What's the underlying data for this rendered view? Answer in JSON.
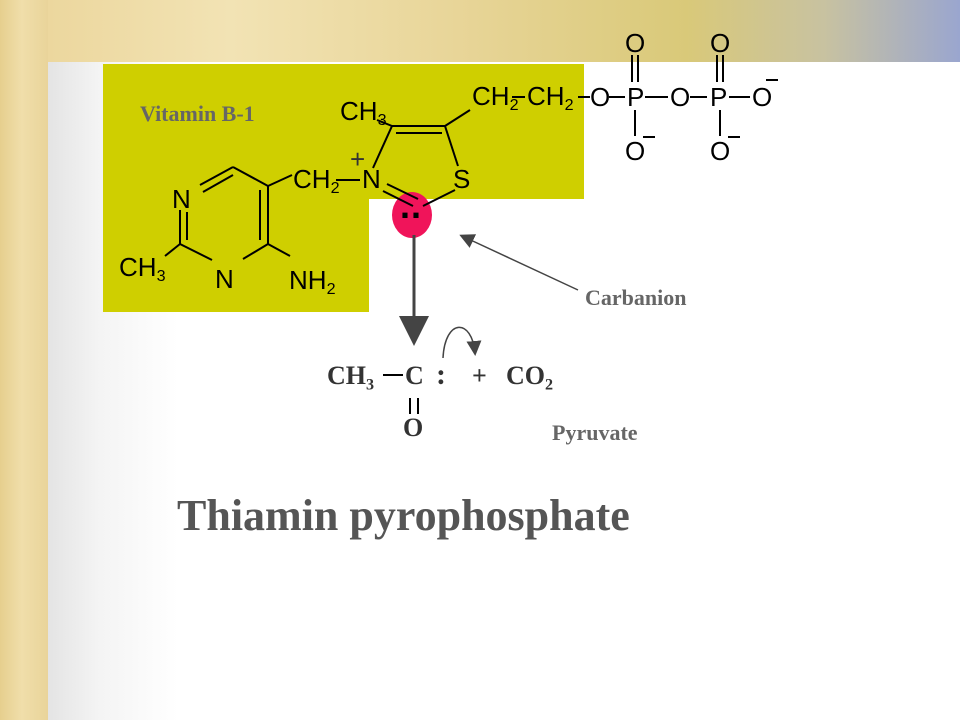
{
  "labels": {
    "vitamin": "Vitamin B-1",
    "carbanion": "Carbanion",
    "pyruvate": "Pyruvate",
    "title": "Thiamin pyrophosphate"
  },
  "atoms": {
    "ch3_top": "CH",
    "ch3_top_sub": "3",
    "ch2_a": "CH",
    "ch2_a_sub": "2",
    "ch2_b": "CH",
    "ch2_b_sub": "2",
    "ch2_bridge": "CH",
    "ch2_bridge_sub": "2",
    "n_thiazole": "N",
    "s_thiazole": "S",
    "plus": "+",
    "n_pyr_top": "N",
    "n_pyr_bottom": "N",
    "ch3_pyr": "CH",
    "ch3_pyr_sub": "3",
    "nh2": "NH",
    "nh2_sub": "2",
    "lone_pair": "..",
    "o_chain_1": "O",
    "p_1": "P",
    "o_chain_2": "O",
    "p_2": "P",
    "o_terminal": "O",
    "o_top_1": "O",
    "o_top_2": "O",
    "o_bottom_1": "O",
    "o_bottom_2": "O",
    "minus": "−"
  },
  "reaction": {
    "ch3": "CH",
    "ch3_sub": "3",
    "c": "C",
    "colon": ":",
    "plus": "+",
    "co2": "CO",
    "co2_sub": "2",
    "o": "O"
  },
  "colors": {
    "yellow_box": "#cfcf00",
    "carbanion_dot": "#f0145a",
    "label_text": "#666666",
    "title_text": "#555555"
  }
}
